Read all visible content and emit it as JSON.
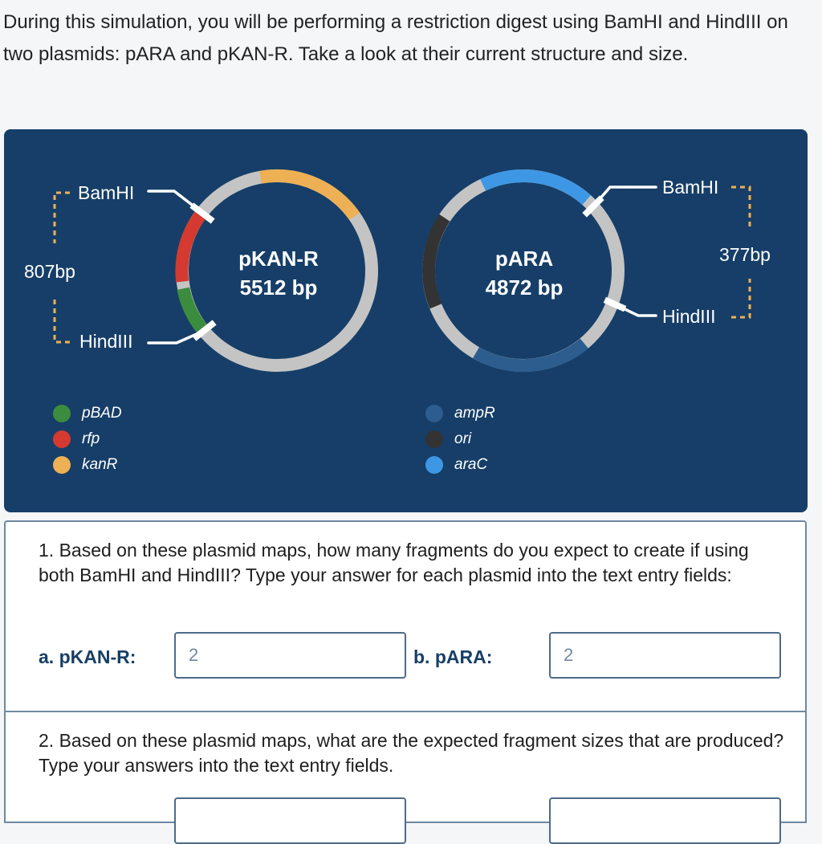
{
  "intro": {
    "text": "During this simulation, you will be performing a restriction digest using BamHI and HindIII on two plasmids: pARA and pKAN-R. Take a look at their current structure and size."
  },
  "colors": {
    "panel_bg": "#163e68",
    "backbone": "#c4c4c4",
    "pBAD": "#3c8c3f",
    "rfp": "#d43a30",
    "kanR": "#eeb054",
    "ampR": "#2c5d8e",
    "ori": "#333333",
    "araC": "#3e97e4",
    "bracket": "#eeb054"
  },
  "plasmids": {
    "pkanr": {
      "name": "pKAN-R",
      "size": "5512 bp",
      "site_top": "BamHI",
      "site_bottom": "HindIII",
      "fragment": "807bp",
      "legend": [
        {
          "label": "pBAD",
          "color": "#3c8c3f"
        },
        {
          "label": "rfp",
          "color": "#d43a30"
        },
        {
          "label": "kanR",
          "color": "#eeb054"
        }
      ]
    },
    "para": {
      "name": "pARA",
      "size": "4872 bp",
      "site_top": "BamHI",
      "site_bottom": "HindIII",
      "fragment": "377bp",
      "legend": [
        {
          "label": "ampR",
          "color": "#2c5d8e"
        },
        {
          "label": "ori",
          "color": "#333333"
        },
        {
          "label": "araC",
          "color": "#3e97e4"
        }
      ]
    }
  },
  "questions": [
    {
      "text": "1. Based on these plasmid maps, how many fragments do you expect to create if using both BamHI and HindIII? Type your answer for each plasmid into the text entry fields:",
      "fields": [
        {
          "label": "a. pKAN-R:",
          "value": "2"
        },
        {
          "label": "b. pARA:",
          "value": "2"
        }
      ]
    },
    {
      "text": "2. Based on these plasmid maps, what are the expected fragment sizes that are produced? Type your answers into the text entry fields.",
      "fields": [
        {
          "value": ""
        },
        {
          "value": ""
        }
      ]
    }
  ]
}
